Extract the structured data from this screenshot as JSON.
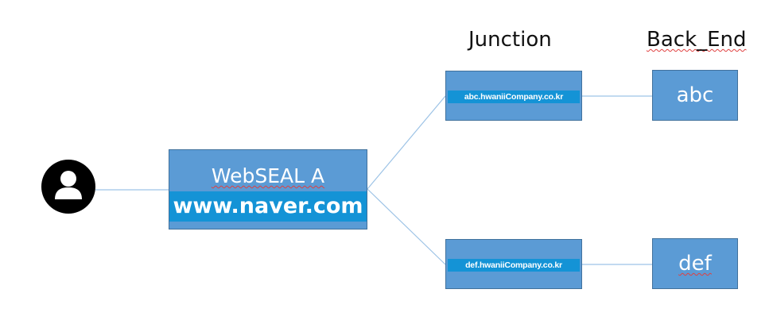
{
  "headings": {
    "junction": "Junction",
    "backend": "Back_End"
  },
  "webseal": {
    "title": "WebSEAL A",
    "host": "www.naver.com"
  },
  "junctions": [
    {
      "host": "abc.hwaniiCompany.co.kr"
    },
    {
      "host": "def.hwaniiCompany.co.kr"
    }
  ],
  "backends": [
    {
      "label": "abc"
    },
    {
      "label": "def"
    }
  ],
  "icons": {
    "user": "user-avatar-icon"
  },
  "colors": {
    "box_fill": "#5b9bd5",
    "highlight_fill": "#1493d6",
    "connector": "#9dc3e6"
  }
}
